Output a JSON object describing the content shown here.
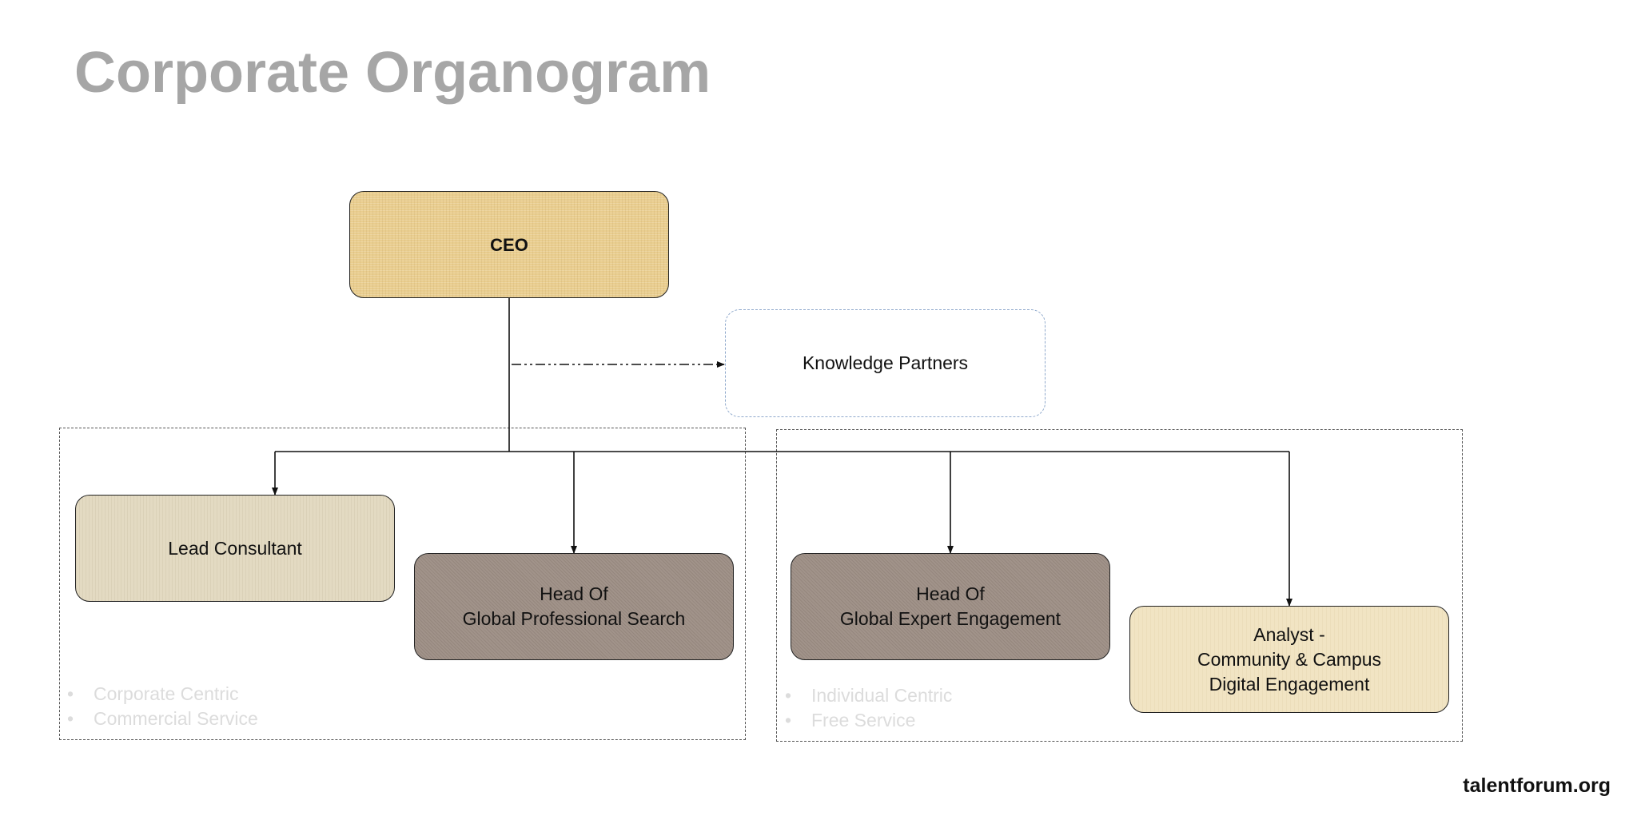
{
  "page": {
    "title": "Corporate Organogram",
    "footer_brand": "talentforum.org"
  },
  "org_chart": {
    "root": {
      "label": "CEO"
    },
    "advisory": {
      "label": "Knowledge Partners",
      "link_style": "dash-dot"
    },
    "reports": [
      {
        "label": "Lead Consultant"
      },
      {
        "label": "Head Of\nGlobal Professional Search"
      },
      {
        "label": "Head Of\nGlobal Expert Engagement"
      },
      {
        "label": "Analyst -\nCommunity & Campus\nDigital Engagement"
      }
    ],
    "groups": [
      {
        "notes": [
          "Corporate Centric",
          "Commercial Service"
        ]
      },
      {
        "notes": [
          "Individual Centric",
          "Free Service"
        ]
      }
    ]
  },
  "colors": {
    "title_text": "#a6a6a6",
    "ceo_fill": "#e9cd8e",
    "lead_fill": "#e3dac2",
    "head_fill": "#a1938a",
    "analyst_fill": "#f1e4c3",
    "partners_border": "#8fa9cc",
    "note_text": "#dcdcdc"
  }
}
